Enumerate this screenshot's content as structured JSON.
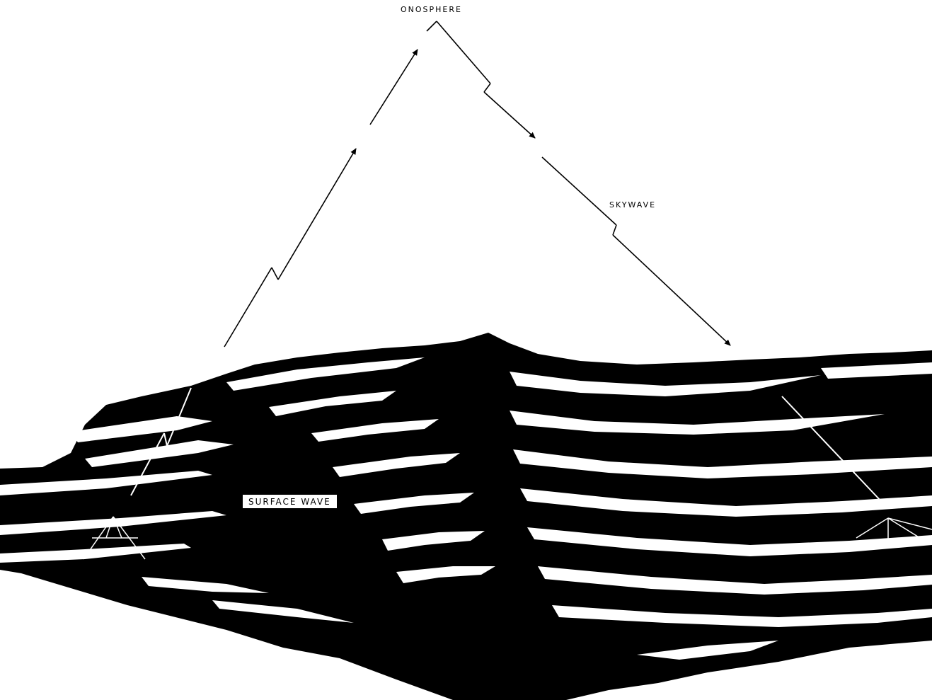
{
  "labels": {
    "ionosphere": "ONOSPHERE",
    "skywave": "SKYWAVE",
    "surface_wave": "SURFACE WAVE"
  },
  "colors": {
    "ink": "#000000",
    "paper": "#ffffff"
  }
}
